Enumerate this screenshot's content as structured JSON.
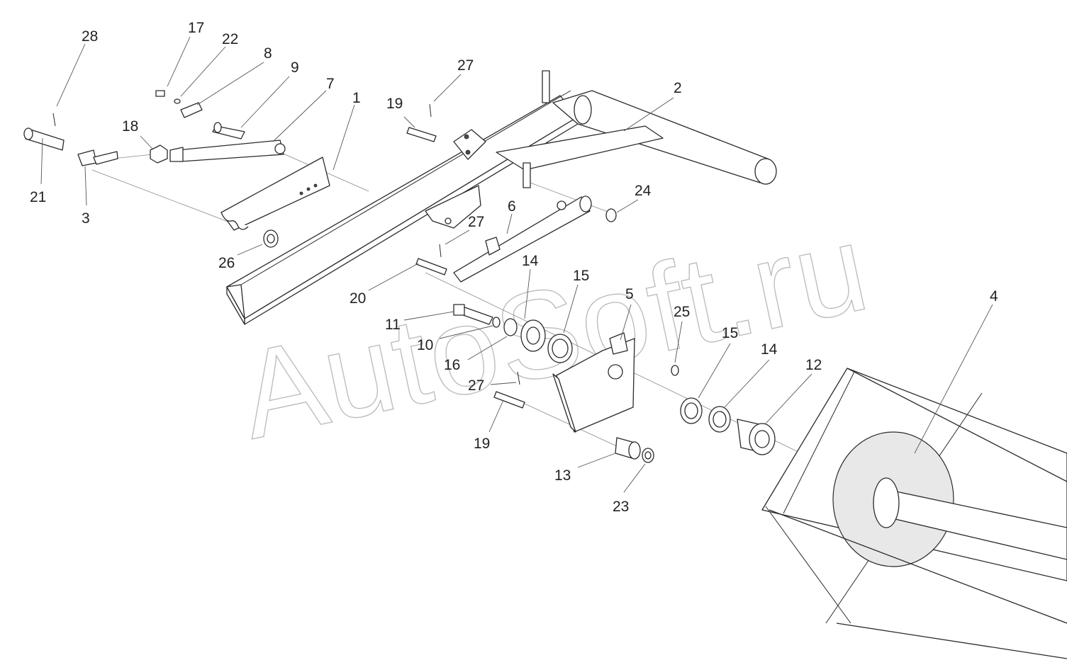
{
  "watermark": "AutoSoft.ru",
  "callouts": [
    {
      "id": "c28a",
      "text": "28"
    },
    {
      "id": "c17",
      "text": "17"
    },
    {
      "id": "c22",
      "text": "22"
    },
    {
      "id": "c8",
      "text": "8"
    },
    {
      "id": "c9",
      "text": "9"
    },
    {
      "id": "c7",
      "text": "7"
    },
    {
      "id": "c1",
      "text": "1"
    },
    {
      "id": "c18",
      "text": "18"
    },
    {
      "id": "c21",
      "text": "21"
    },
    {
      "id": "c3",
      "text": "3"
    },
    {
      "id": "c26",
      "text": "26"
    },
    {
      "id": "c19a",
      "text": "19"
    },
    {
      "id": "c27a",
      "text": "27"
    },
    {
      "id": "c2",
      "text": "2"
    },
    {
      "id": "c24",
      "text": "24"
    },
    {
      "id": "c6",
      "text": "6"
    },
    {
      "id": "c27b",
      "text": "27"
    },
    {
      "id": "c14a",
      "text": "14"
    },
    {
      "id": "c15a",
      "text": "15"
    },
    {
      "id": "c20",
      "text": "20"
    },
    {
      "id": "c11",
      "text": "11"
    },
    {
      "id": "c10",
      "text": "10"
    },
    {
      "id": "c16",
      "text": "16"
    },
    {
      "id": "c5",
      "text": "5"
    },
    {
      "id": "c25",
      "text": "25"
    },
    {
      "id": "c4",
      "text": "4"
    },
    {
      "id": "c15b",
      "text": "15"
    },
    {
      "id": "c14b",
      "text": "14"
    },
    {
      "id": "c12",
      "text": "12"
    },
    {
      "id": "c27c",
      "text": "27"
    },
    {
      "id": "c19b",
      "text": "19"
    },
    {
      "id": "c13",
      "text": "13"
    },
    {
      "id": "c23",
      "text": "23"
    }
  ]
}
